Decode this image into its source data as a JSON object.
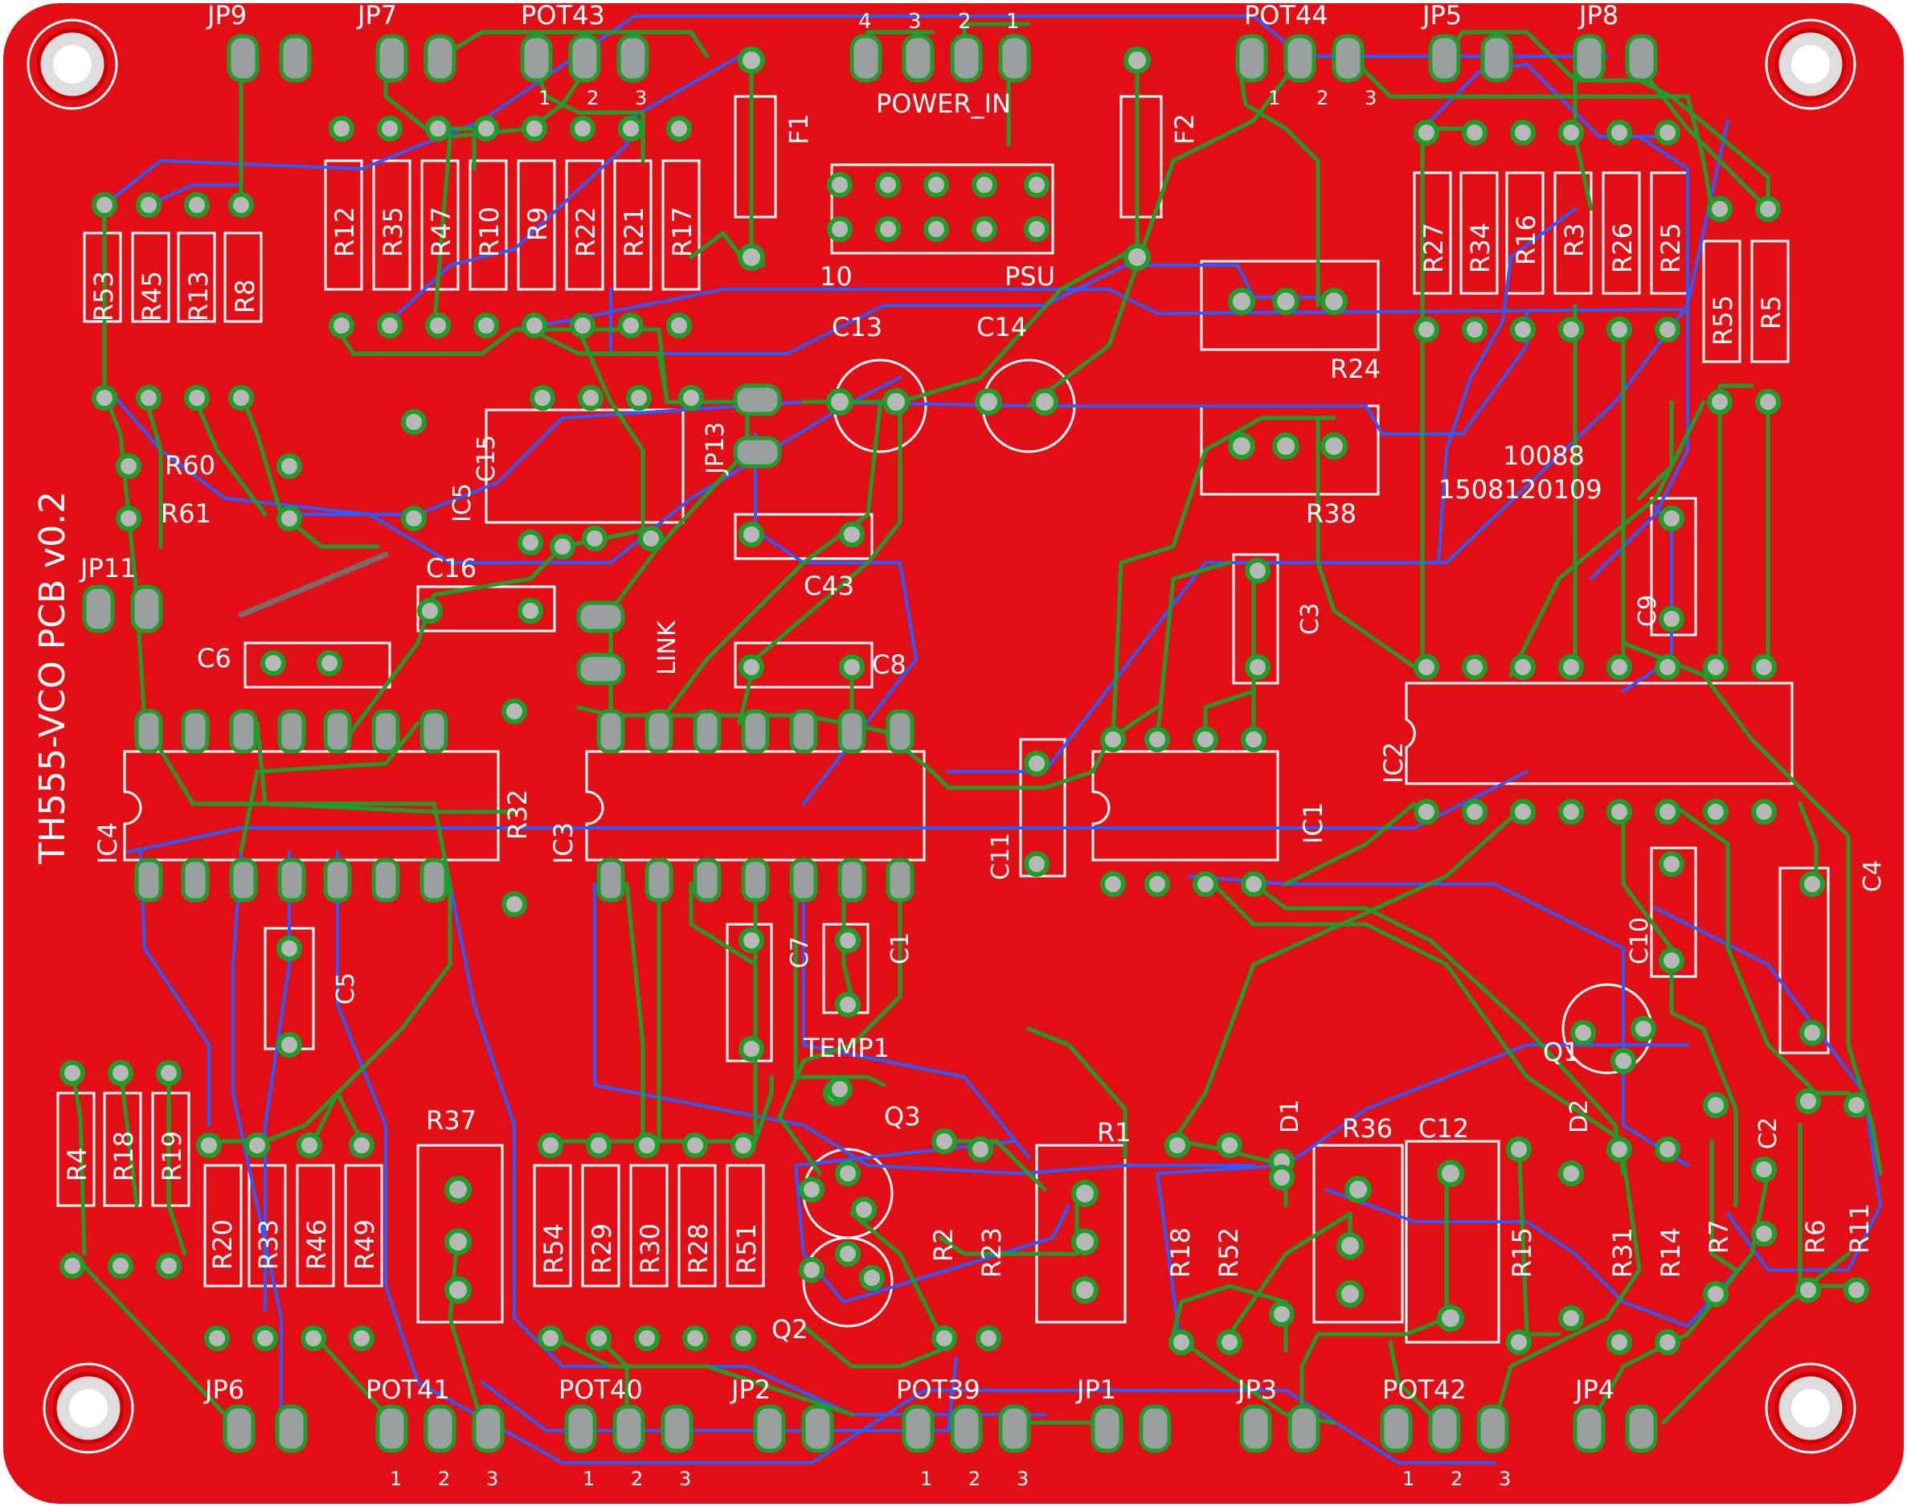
{
  "board": {
    "title": "TH555-VCO PCB v0.2",
    "code1": "10088",
    "code2": "1508120109",
    "colors": {
      "substrate": "#e30f16",
      "top_trace": "#1f9d2a",
      "bottom_trace": "#2a5cff",
      "silkscreen": "#ffffff"
    }
  },
  "labels": {
    "jp9": "JP9",
    "jp7": "JP7",
    "pot43": "POT43",
    "power_in": "POWER_IN",
    "pot44": "POT44",
    "jp5": "JP5",
    "jp8": "JP8",
    "f1": "F1",
    "f2": "F2",
    "psu": "PSU",
    "ten": "10",
    "r12": "R12",
    "r35": "R35",
    "r47": "R47",
    "r10": "R10",
    "r9": "R9",
    "r22": "R22",
    "r21": "R21",
    "r17": "R17",
    "r53": "R53",
    "r45": "R45",
    "r13": "R13",
    "r8": "R8",
    "r27": "R27",
    "r34": "R34",
    "r16": "R16",
    "r3": "R3",
    "r26": "R26",
    "r25": "R25",
    "r55": "R55",
    "r5": "R5",
    "c13": "C13",
    "c14": "C14",
    "r24": "R24",
    "r38": "R38",
    "r60": "R60",
    "r61": "R61",
    "jp11": "JP11",
    "c15": "C15",
    "ic5": "IC5",
    "jp13": "JP13",
    "c16": "C16",
    "c6": "C6",
    "link": "LINK",
    "c43": "C43",
    "c8": "C8",
    "c3": "C3",
    "c9": "C9",
    "ic4": "IC4",
    "r32": "R32",
    "ic3": "IC3",
    "c11": "C11",
    "ic1": "IC1",
    "ic2": "IC2",
    "c4": "C4",
    "c5": "C5",
    "c7": "C7",
    "c1": "C1",
    "temp1": "TEMP1",
    "c10": "C10",
    "q1": "Q1",
    "r4": "R4",
    "r18a": "R18",
    "r19": "R19",
    "r20": "R20",
    "r33": "R33",
    "r46": "R46",
    "r49": "R49",
    "r37": "R37",
    "r54": "R54",
    "r29": "R29",
    "r30": "R30",
    "r28": "R28",
    "r51": "R51",
    "q3": "Q3",
    "q2": "Q2",
    "r1": "R1",
    "r2": "R2",
    "r23": "R23",
    "r18b": "R18",
    "r52": "R52",
    "d1": "D1",
    "r36": "R36",
    "c12": "C12",
    "r15": "R15",
    "d2": "D2",
    "r31": "R31",
    "r14": "R14",
    "r7": "R7",
    "c2": "C2",
    "r6": "R6",
    "r11": "R11",
    "jp6": "JP6",
    "pot41": "POT41",
    "pot40": "POT40",
    "jp2": "JP2",
    "pot39": "POT39",
    "jp1": "JP1",
    "jp3": "JP3",
    "pot42": "POT42",
    "jp4": "JP4",
    "pin1": "1",
    "pin2": "2",
    "pin3": "3",
    "pin4": "4"
  }
}
